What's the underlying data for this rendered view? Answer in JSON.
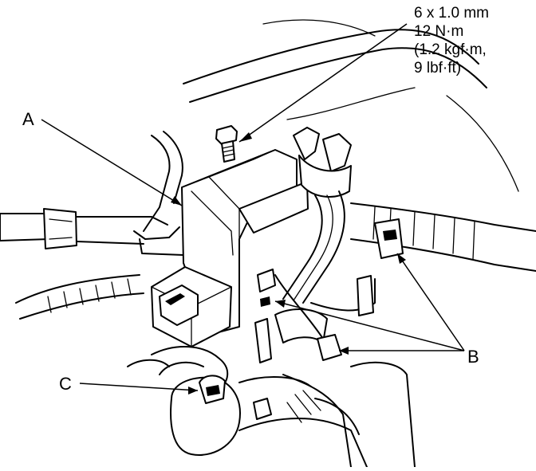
{
  "torque_spec": {
    "bolt_size": "6 x 1.0 mm",
    "torque_nm": "12 N·m",
    "torque_kgfm": "(1.2 kgf·m,",
    "torque_lbfft": "9 lbf·ft)"
  },
  "callouts": {
    "a": "A",
    "b": "B",
    "c": "C"
  }
}
